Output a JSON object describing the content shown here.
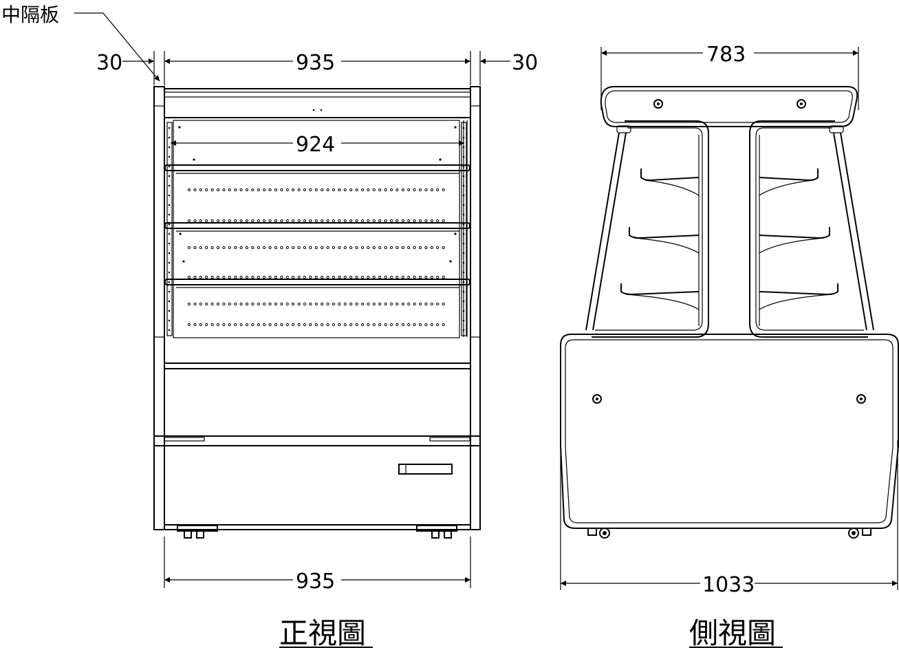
{
  "callout": {
    "label": "中隔板"
  },
  "front_view": {
    "caption": "正視圖",
    "dims": {
      "left_margin": "30",
      "top_width": "935",
      "right_margin": "30",
      "inner_width": "924",
      "bottom_width": "935"
    }
  },
  "side_view": {
    "caption": "側視圖",
    "dims": {
      "top_width": "783",
      "bottom_width": "1033"
    }
  },
  "icons": {
    "arrow": "arrowhead-icon",
    "bolt": "bolt-icon"
  }
}
